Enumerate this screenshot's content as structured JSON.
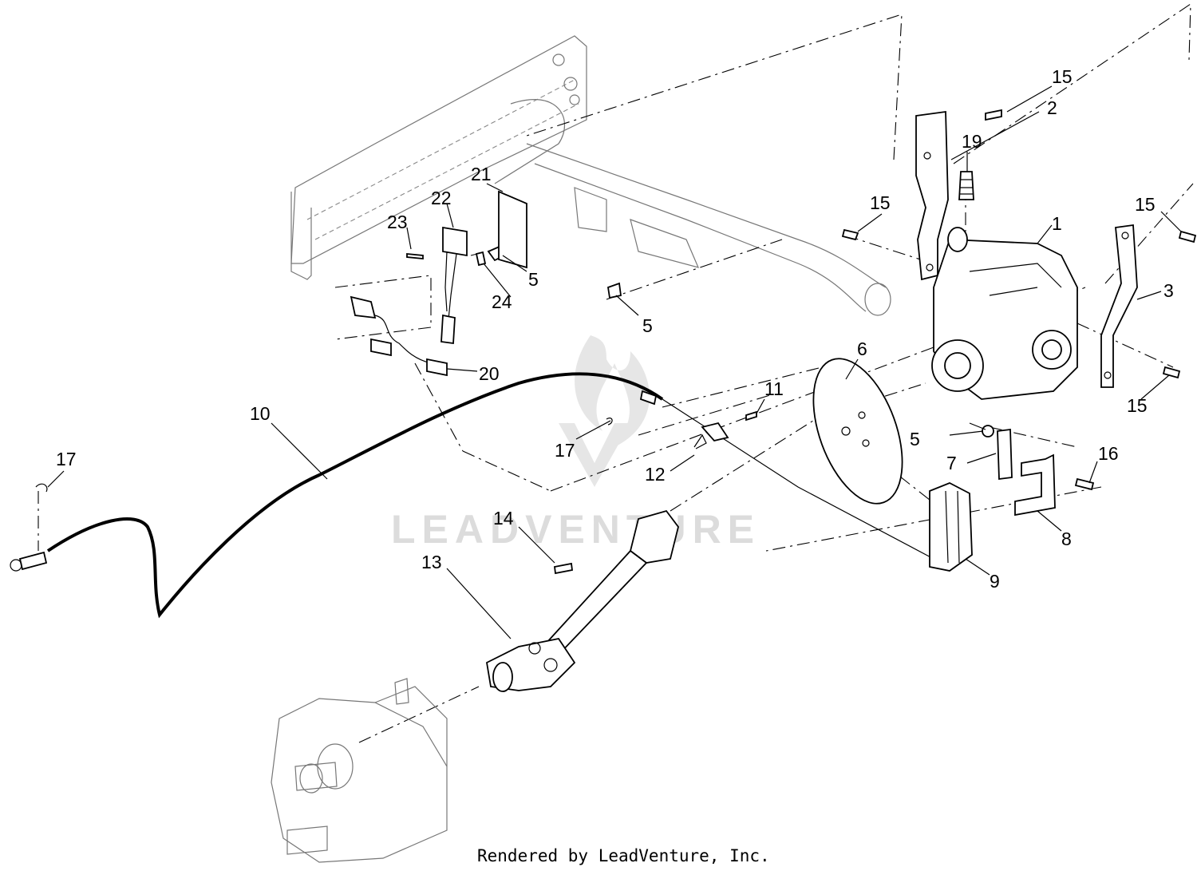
{
  "watermark": "LEADVENTURE",
  "footer": "Rendered by LeadVenture, Inc.",
  "callouts": {
    "c1": "1",
    "c2": "2",
    "c3": "3",
    "c5a": "5",
    "c5b": "5",
    "c5c": "5",
    "c6": "6",
    "c7": "7",
    "c8": "8",
    "c9": "9",
    "c10": "10",
    "c11": "11",
    "c12": "12",
    "c13": "13",
    "c14": "14",
    "c15a": "15",
    "c15b": "15",
    "c15c": "15",
    "c15d": "15",
    "c16": "16",
    "c17a": "17",
    "c17b": "17",
    "c19": "19",
    "c20": "20",
    "c21": "21",
    "c22": "22",
    "c23": "23",
    "c24": "24"
  }
}
